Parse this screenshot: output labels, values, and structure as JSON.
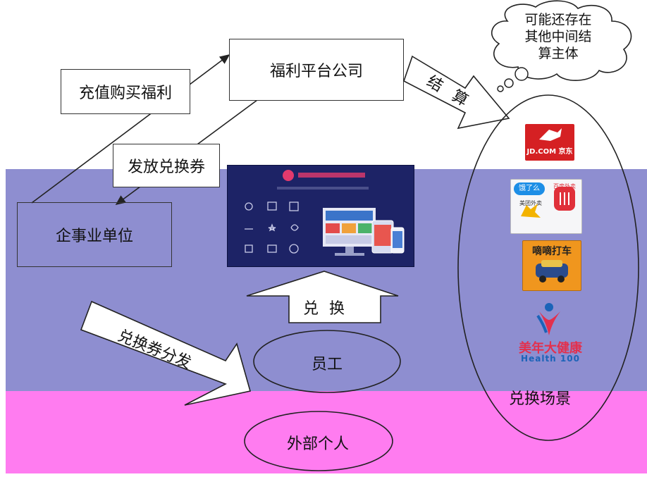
{
  "top_left_box": "充值购买福利",
  "platform_box": "福利平台公司",
  "voucher_issue_box": "发放兑换券",
  "enterprise_box": "企事业单位",
  "settle_label": "结 算",
  "cloud_text": "可能还存在其他中间结算主体",
  "cloud_lines": [
    "可能还存在",
    "其他中间结",
    "算主体"
  ],
  "redeem_label": "兑 换",
  "distribute_label": "兑换券分发",
  "employee_label": "员工",
  "external_label": "外部个人",
  "scenario_label": "兑换场景",
  "logos": {
    "jd": "JD.COM 京东",
    "eleme": "饿了么",
    "meituan": "美团外卖",
    "baidu": "百度外卖",
    "didi": "嘀嘀打车",
    "meinian": "美年大健康",
    "meinian_en": "Health 100"
  },
  "colors": {
    "purple_band": "#8e8ed0",
    "pink_band": "#ff7cf0",
    "screen_bg": "#1d2366",
    "jd_red": "#d52023",
    "didi_orange": "#f0961e"
  }
}
